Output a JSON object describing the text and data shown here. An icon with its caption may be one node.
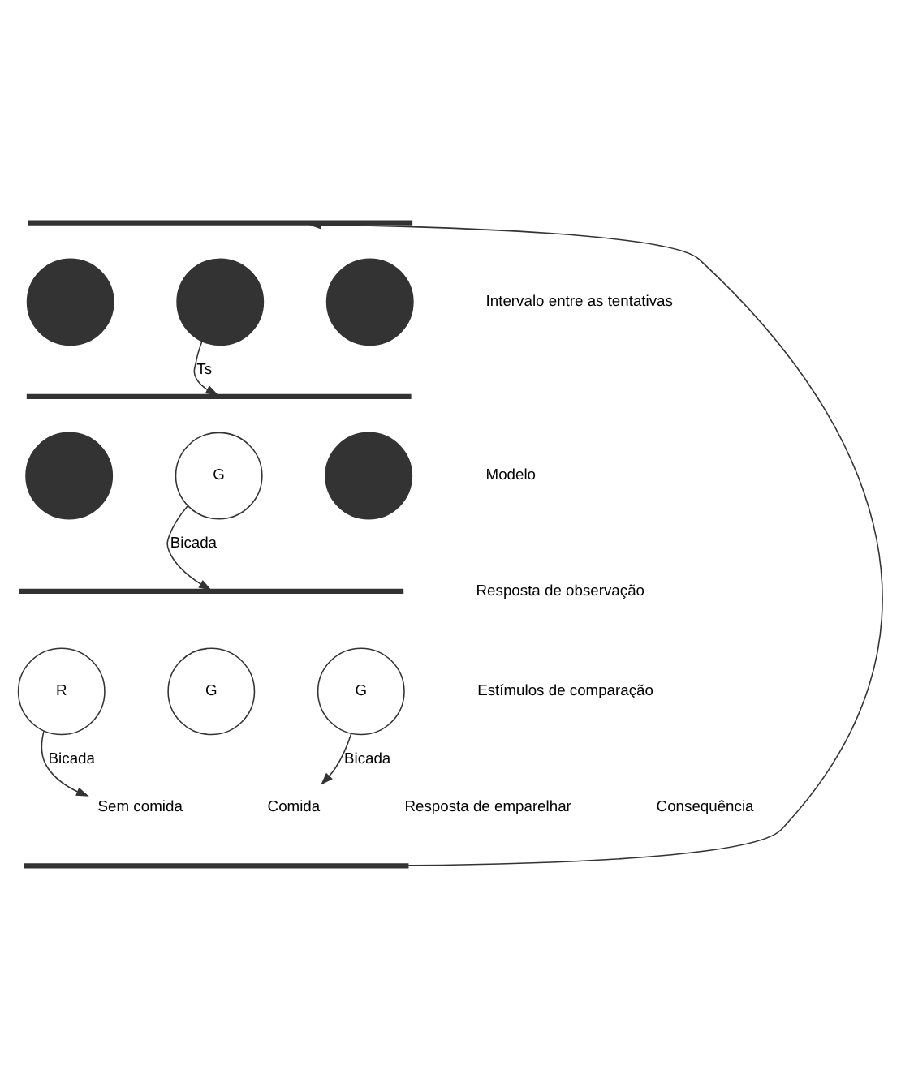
{
  "diagram": {
    "nodes": [
      {
        "text": [],
        "shape": "bar"
      },
      {
        "text": [],
        "shape": "circle"
      },
      {
        "text": [],
        "shape": "circle"
      },
      {
        "text": [],
        "shape": "circle"
      },
      {
        "text": [],
        "shape": "bar"
      },
      {
        "text": [],
        "shape": "circle"
      },
      {
        "text": [
          "G"
        ]
      },
      {
        "text": [],
        "shape": "circle"
      },
      {
        "text": [],
        "shape": "bar"
      },
      {
        "text": [
          "R"
        ]
      },
      {
        "text": [
          "G"
        ]
      },
      {
        "text": [
          "G"
        ]
      },
      {
        "text": [
          "Sem comida"
        ]
      },
      {
        "text": [
          "Comida"
        ]
      },
      {
        "text": [],
        "shape": "bar"
      }
    ],
    "edges": [
      {
        "from": 14,
        "to": 0,
        "arrow": "to"
      },
      {
        "from": 2,
        "to": 4,
        "label": "Ts",
        "arrow": "to"
      },
      {
        "from": 6,
        "to": 8,
        "label": "Bicada",
        "arrow": "to"
      },
      {
        "from": 9,
        "to": 12,
        "label": "Bicada",
        "arrow": "to"
      },
      {
        "from": 11,
        "to": 13,
        "label": "Bicada",
        "arrow": "to"
      }
    ],
    "labels": [
      "Intervalo entre as tentativas",
      "Modelo",
      "Resposta de observação",
      "Estímulos de comparação",
      "Resposta de emparelhar",
      "Consequência"
    ]
  }
}
